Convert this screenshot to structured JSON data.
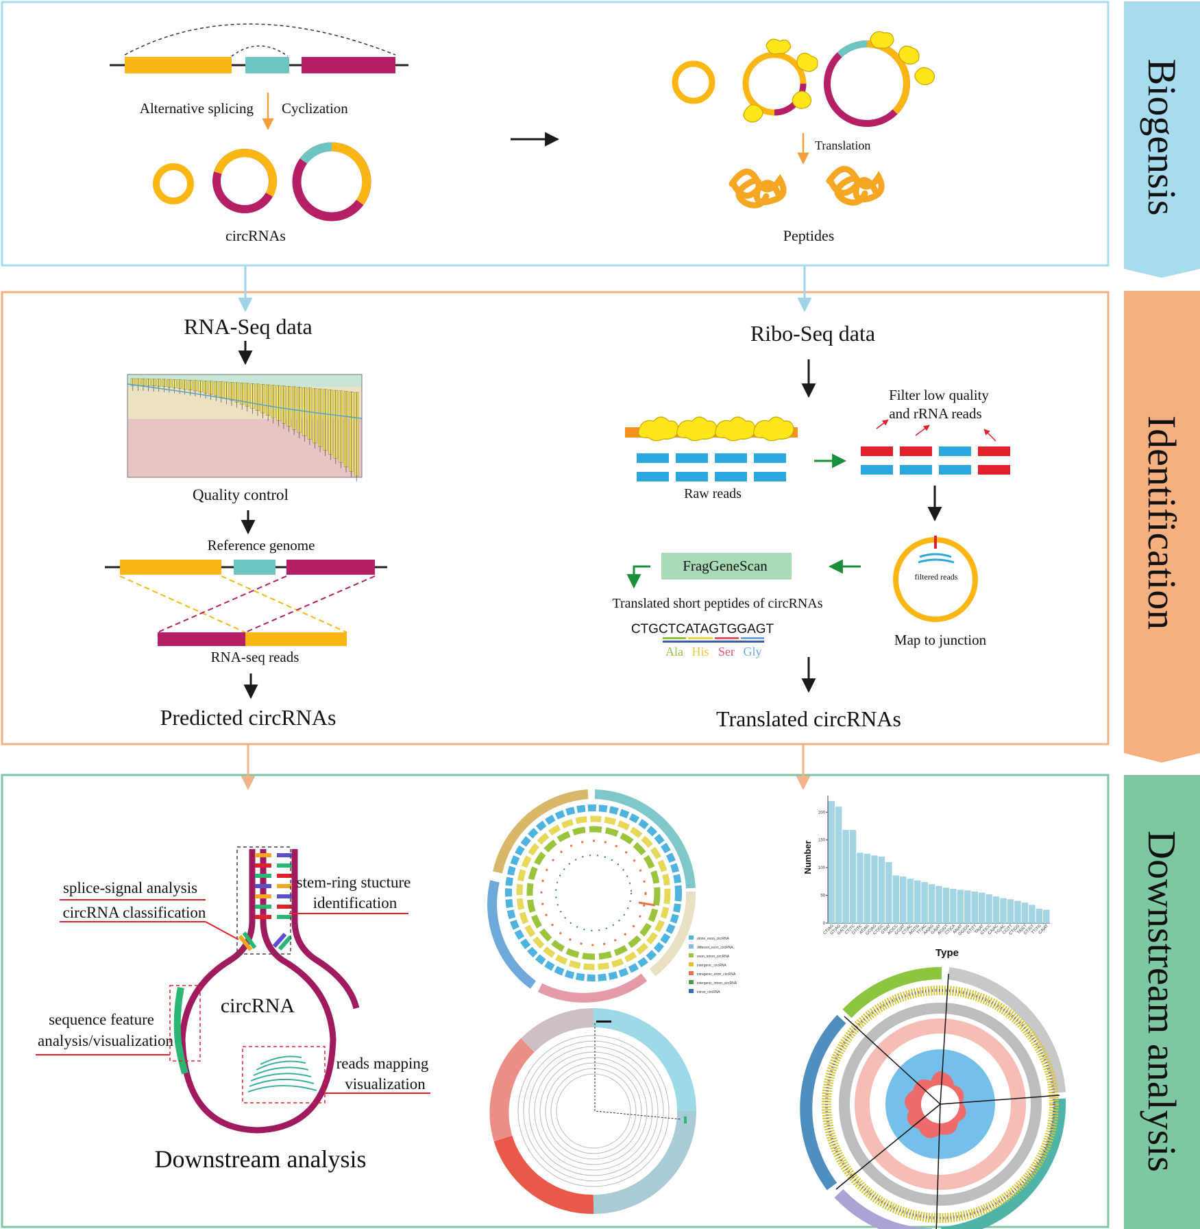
{
  "sections": {
    "biogenesis": "Biogensis",
    "identification": "Identification",
    "downstream": "Downstream analysis"
  },
  "colors": {
    "yellow": "#fbb614",
    "teal": "#6cc5c0",
    "magenta": "#b51f65",
    "blue_panel": "#a6dcee",
    "orange_panel": "#f6b07f",
    "green_panel": "#7dc8a3",
    "red_read": "#e2202b",
    "blue_read": "#2aa7df",
    "ribosome": "#ffe51c"
  },
  "biogenesis": {
    "alt_splicing": "Alternative splicing",
    "cyclization": "Cyclization",
    "circrnas": "circRNAs",
    "translation": "Translation",
    "peptides": "Peptides"
  },
  "identification": {
    "rnaseq_data": "RNA-Seq data",
    "quality_control": "Quality control",
    "reference_genome": "Reference genome",
    "rnaseq_reads": "RNA-seq reads",
    "predicted": "Predicted circRNAs",
    "riboseq_data": "Ribo-Seq data",
    "raw_reads": "Raw reads",
    "filter_line1": "Filter low quality",
    "filter_line2": "and rRNA reads",
    "filtered_reads": "filtered reads",
    "map_junction": "Map to junction",
    "fraggenescan": "FragGeneScan",
    "translated_short": "Translated short peptides of circRNAs",
    "sequence": "CTGCTCATAGTGGAGT",
    "amino_acids": [
      "Ala",
      "His",
      "Ser",
      "Gly"
    ],
    "translated": "Translated circRNAs"
  },
  "downstream": {
    "splice_signal": "splice-signal analysis",
    "classification": "circRNA classification",
    "stem_ring_1": "stem-ring stucture",
    "stem_ring_2": "identification",
    "circrna": "circRNA",
    "seq_feature_1": "sequence feature",
    "seq_feature_2": "analysis/visualization",
    "reads_mapping_1": "reads mapping",
    "reads_mapping_2": "visualization",
    "title": "Downstream analysis",
    "legend": [
      {
        "label": "alone_exon_circRNA",
        "color": "#4fb3e0"
      },
      {
        "label": "different_exon_circRNA",
        "color": "#7db8e8"
      },
      {
        "label": "exon_intron_circRNA",
        "color": "#9bc43c"
      },
      {
        "label": "intergenic_circRNA",
        "color": "#e8c13a"
      },
      {
        "label": "intragenic_exon_circRNA",
        "color": "#e8734a"
      },
      {
        "label": "intergenic_intron_circRNA",
        "color": "#45a047"
      },
      {
        "label": "intron_circRNA",
        "color": "#2f6fb8"
      }
    ],
    "bar_chart": {
      "ylabel": "Number",
      "xlabel": "Type",
      "yticks": [
        "0",
        "50",
        "100",
        "150",
        "200"
      ]
    }
  },
  "chart_data": {
    "type": "bar",
    "title": "",
    "xlabel": "Type",
    "ylabel": "Number",
    "ylim": [
      0,
      230
    ],
    "categories": [
      "CT|AG",
      "GT|AG",
      "GA|TG",
      "CT|TC",
      "GT|TC",
      "AT|AG",
      "GC|AG",
      "CT|GC",
      "GT|AT",
      "AC|CC",
      "GG|AT",
      "CT|AC",
      "AG|TG",
      "TT|AC",
      "AA|AG",
      "GA|AT",
      "AG|GT",
      "CT|CA",
      "AA|AT",
      "GG|GG",
      "GT|TT",
      "TA|AT",
      "GT|CC",
      "CA|AC",
      "TG|AC",
      "CC|TT",
      "CT|GG",
      "TA|GT",
      "GT|GT",
      "TT|TG",
      "CA|AT"
    ],
    "series": [
      {
        "values": [
          220,
          210,
          168,
          168,
          127,
          125,
          122,
          120,
          110,
          86,
          84,
          80,
          77,
          74,
          70,
          67,
          64,
          62,
          60,
          59,
          57,
          55,
          52,
          48,
          45,
          43,
          40,
          37,
          33,
          26,
          24
        ]
      }
    ]
  }
}
